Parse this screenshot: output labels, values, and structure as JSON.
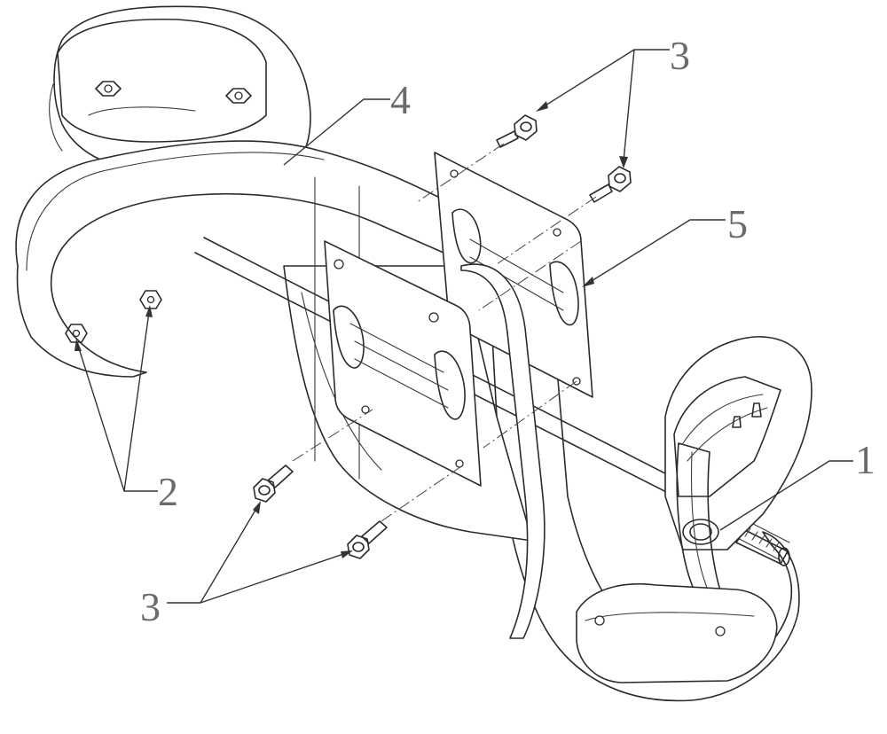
{
  "callouts": [
    {
      "id": "c1",
      "label": "1"
    },
    {
      "id": "c2",
      "label": "2"
    },
    {
      "id": "c3a",
      "label": "3"
    },
    {
      "id": "c3b",
      "label": "3"
    },
    {
      "id": "c4",
      "label": "4"
    },
    {
      "id": "c5",
      "label": "5"
    }
  ],
  "colors": {
    "line": "#2b2b2b",
    "callout_text": "#6b6b6b",
    "background": "#ffffff"
  }
}
